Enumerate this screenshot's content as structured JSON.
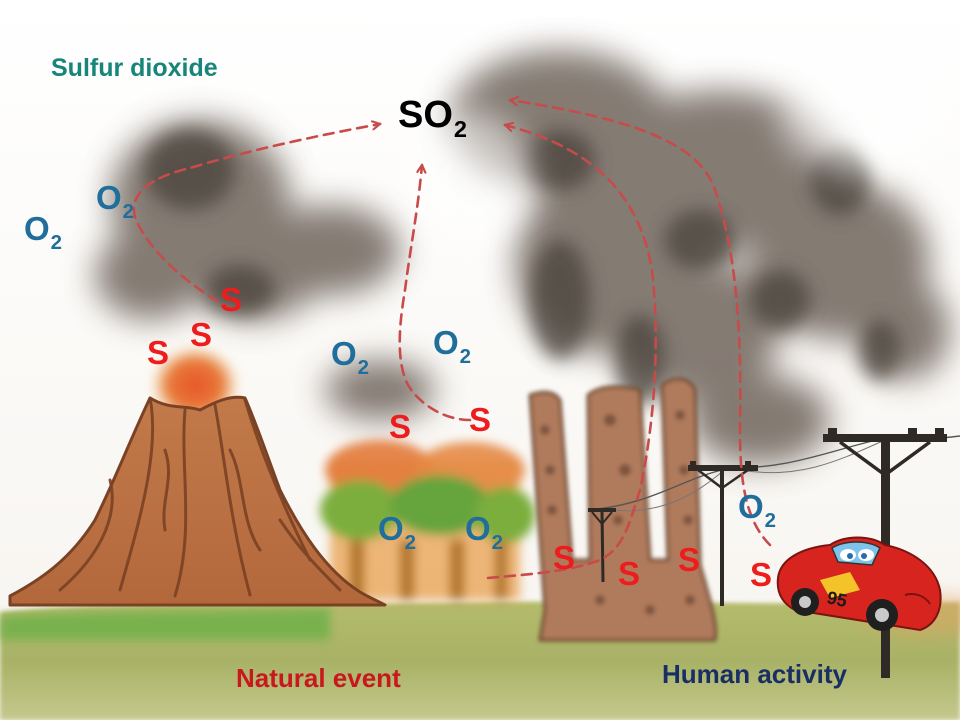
{
  "title": "Sulfur dioxide",
  "product": {
    "main": "SO",
    "sub": "2"
  },
  "labels": {
    "natural": "Natural event",
    "human": "Human activity"
  },
  "atoms": {
    "sulfur": "S",
    "oxygen": {
      "main": "O",
      "sub": "2"
    }
  },
  "car_number": "95",
  "colors": {
    "title": "#17867a",
    "sulfur": "#ee1c1c",
    "oxygen": "#1f6e9c",
    "arrow": "#c84b4b",
    "natural_label": "#c8181e",
    "human_label": "#1a2e66",
    "smoke": "#5b5148",
    "volcano": "#b86d43",
    "ground": "#a9b66a",
    "car": "#d8241e"
  }
}
